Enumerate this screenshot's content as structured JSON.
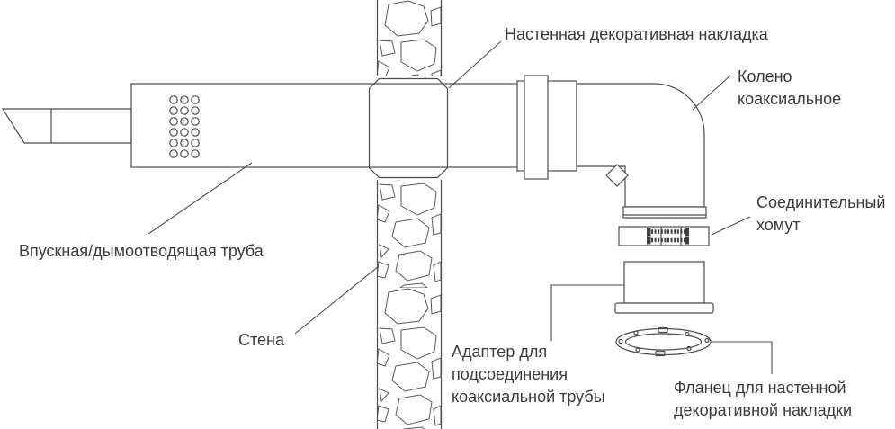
{
  "colors": {
    "background": "#ffffff",
    "line": "#4c4c4c",
    "text": "#3b3b3b"
  },
  "labels": {
    "wall_plate": "Настенная декоративная накладка",
    "coaxial_elbow": "Колено\nкоаксиальное",
    "connecting_clamp": "Соединительный\nхомут",
    "intake_exhaust_pipe": "Впускная/дымоотводящая труба",
    "wall": "Стена",
    "adapter": "Адаптер для\nподсоединения\nкоаксиальной трубы",
    "flange": "Фланец для настенной\nдекоративной накладки"
  }
}
